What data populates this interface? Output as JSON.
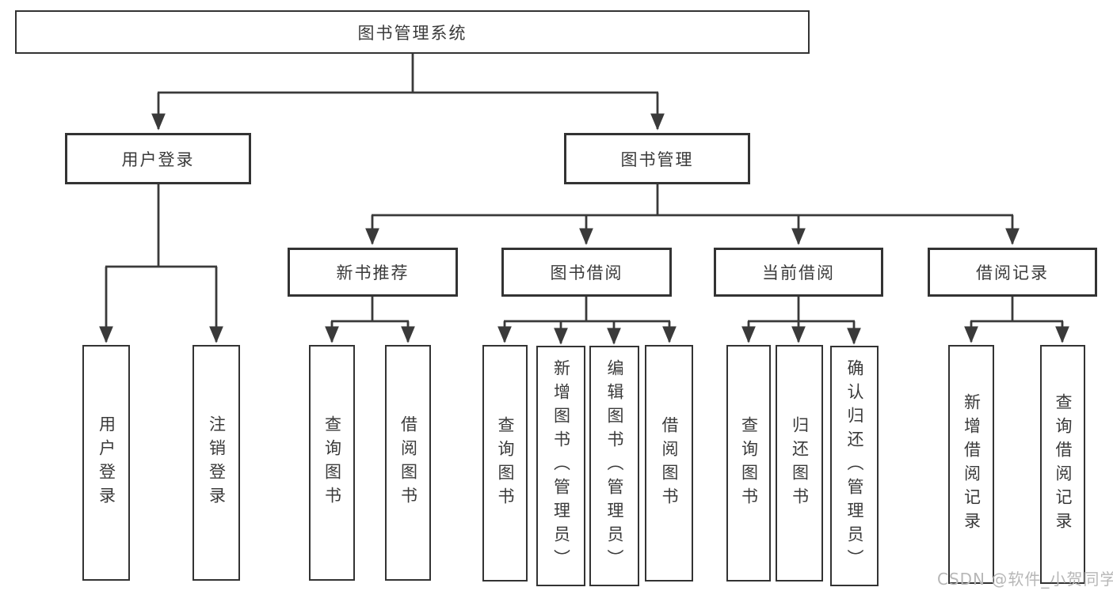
{
  "diagram": {
    "type": "tree-structure-chart",
    "colors": {
      "background": "#ffffff",
      "line": "#3a3a3a",
      "box_border": "#333333",
      "text": "#3a3a3a",
      "watermark": "#b7b7b7"
    },
    "watermark": "CSDN @软件_小贺同学"
  },
  "tree": {
    "root": {
      "label": "图书管理系统"
    },
    "level2": [
      {
        "label": "用户登录",
        "children": [
          {
            "label": "用户登录"
          },
          {
            "label": "注销登录"
          }
        ]
      },
      {
        "label": "图书管理"
      }
    ],
    "level3": [
      {
        "label": "新书推荐",
        "children": [
          {
            "label": "查询图书"
          },
          {
            "label": "借阅图书"
          }
        ]
      },
      {
        "label": "图书借阅",
        "children": [
          {
            "label": "查询图书"
          },
          {
            "label": "新增图书（管理员）"
          },
          {
            "label": "编辑图书（管理员）"
          },
          {
            "label": "借阅图书"
          }
        ]
      },
      {
        "label": "当前借阅",
        "children": [
          {
            "label": "查询图书"
          },
          {
            "label": "归还图书"
          },
          {
            "label": "确认归还（管理员）"
          }
        ]
      },
      {
        "label": "借阅记录",
        "children": [
          {
            "label": "新增借阅记录"
          },
          {
            "label": "查询借阅记录"
          }
        ]
      }
    ]
  }
}
